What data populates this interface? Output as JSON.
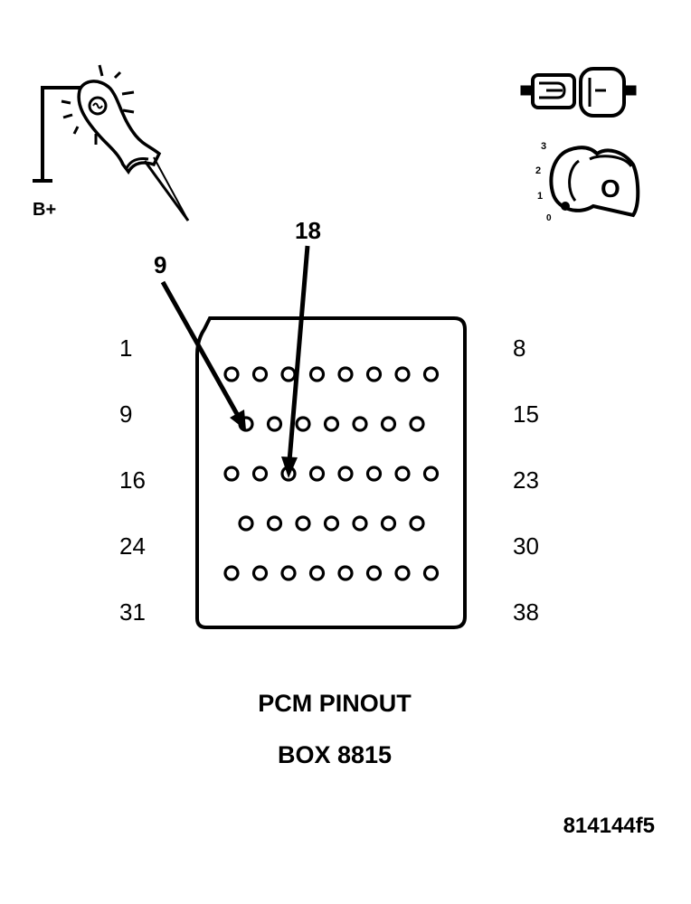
{
  "probe": {
    "label": "B+"
  },
  "ignition": {
    "positions": [
      "3",
      "2",
      "1",
      "0"
    ],
    "key_symbol": "O"
  },
  "callouts": {
    "upper": "18",
    "lower": "9"
  },
  "row_labels": {
    "left": [
      "1",
      "9",
      "16",
      "24",
      "31"
    ],
    "right": [
      "8",
      "15",
      "23",
      "30",
      "38"
    ]
  },
  "connector": {
    "rows": [
      8,
      7,
      8,
      7,
      8
    ],
    "pointed_pins": [
      9,
      18
    ]
  },
  "caption": {
    "line1": "PCM PINOUT",
    "line2": "BOX 8815"
  },
  "figure_id": "814144f5"
}
